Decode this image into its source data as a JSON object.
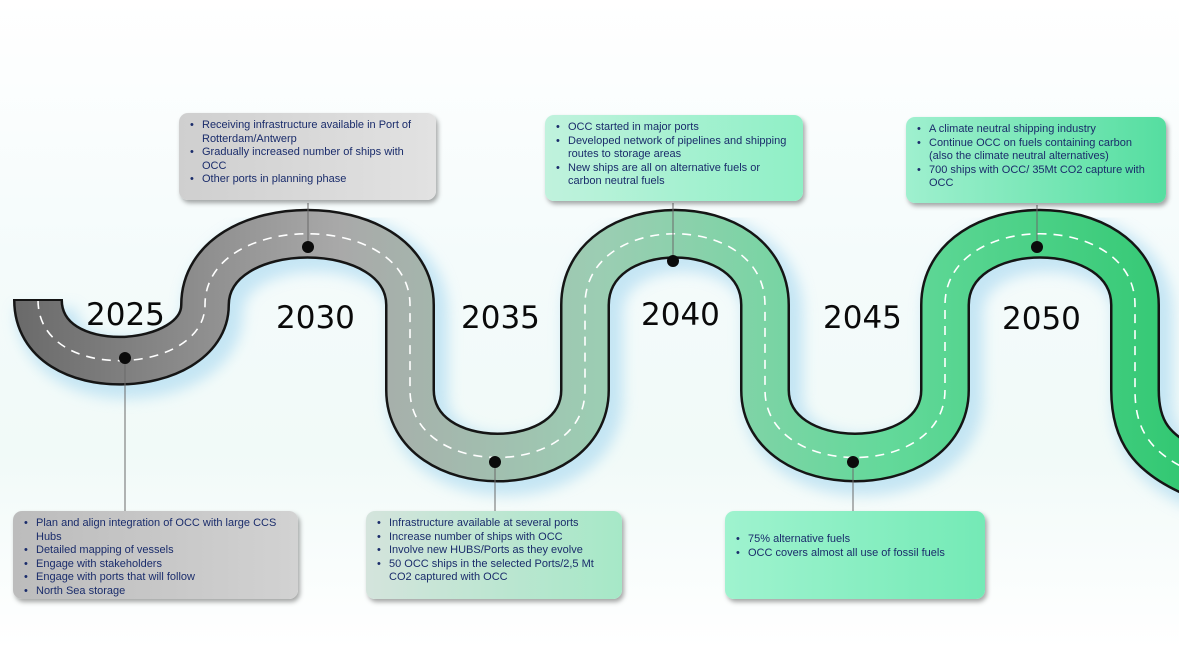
{
  "years": [
    "2025",
    "2030",
    "2035",
    "2040",
    "2045",
    "2050"
  ],
  "milestones": [
    {
      "year": "2025",
      "items": [
        "Plan and align integration of OCC with large CCS Hubs",
        "Detailed mapping of vessels",
        "Engage with stakeholders",
        "Engage with ports that will follow",
        "North Sea storage"
      ]
    },
    {
      "year": "2030",
      "items": [
        "Receiving infrastructure available in Port of Rotterdam/Antwerp",
        "Gradually increased number of ships with OCC",
        " Other ports in planning phase"
      ]
    },
    {
      "year": "2035",
      "items": [
        "Infrastructure available at several ports",
        "Increase number of ships with OCC",
        "Involve new HUBS/Ports as they evolve",
        " 50 OCC ships in the selected Ports/2,5 Mt CO2 captured with OCC"
      ]
    },
    {
      "year": "2040",
      "items": [
        "OCC started  in major ports",
        "Developed network of pipelines and shipping routes to storage areas",
        "New ships are all on alternative fuels or carbon neutral fuels"
      ]
    },
    {
      "year": "2045",
      "items": [
        "75% alternative fuels",
        "OCC covers almost all use of fossil fuels"
      ]
    },
    {
      "year": "2050",
      "items": [
        "A  climate neutral shipping industry",
        "Continue OCC on fuels containing carbon (also the climate neutral alternatives)",
        "700 ships with OCC/ 35Mt CO2 capture with OCC"
      ]
    }
  ],
  "colors": {
    "road_start": "#7a7a7a",
    "road_mid": "#9fbfb0",
    "road_end": "#3ecf7c",
    "road_edge": "#151515",
    "lane_mark": "#ffffff",
    "text": "#1a2c6b",
    "box_grey": "#cfcfcf",
    "box_green": "#7ff0c2"
  }
}
